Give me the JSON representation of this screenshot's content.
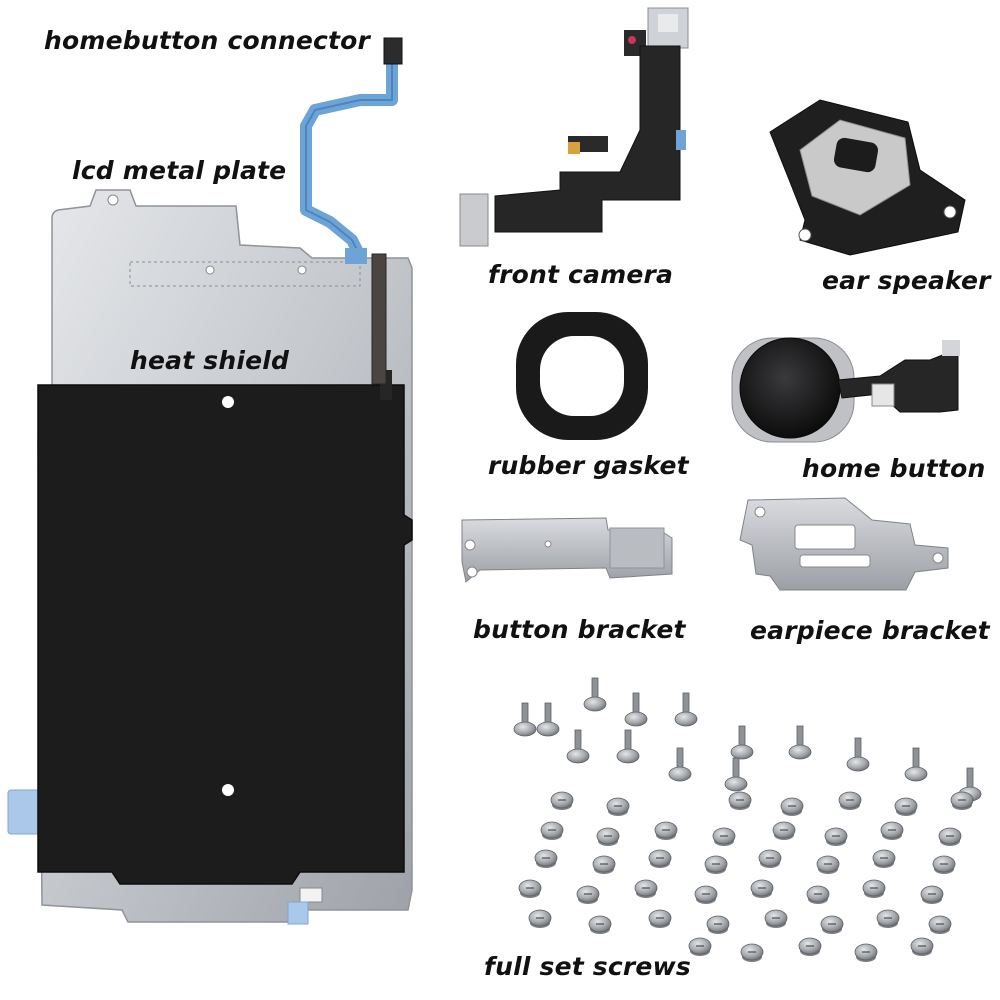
{
  "labels": {
    "homebutton_connector": "homebutton connector",
    "lcd_metal_plate": "lcd metal plate",
    "heat_shield": "heat shield",
    "front_camera": "front camera",
    "ear_speaker": "ear speaker",
    "rubber_gasket": "rubber gasket",
    "home_button": "home button",
    "button_bracket": "button bracket",
    "earpiece_bracket": "earpiece bracket",
    "full_set_screws": "full set screws"
  },
  "colors": {
    "background": "#ffffff",
    "label_text": "#111111",
    "metal_plate": "#c9ccd1",
    "heat_shield": "#1c1c1c",
    "flex_blue": "#6ea3d6",
    "flex_dark": "#262626",
    "screw_silver": "#a9acb0"
  }
}
